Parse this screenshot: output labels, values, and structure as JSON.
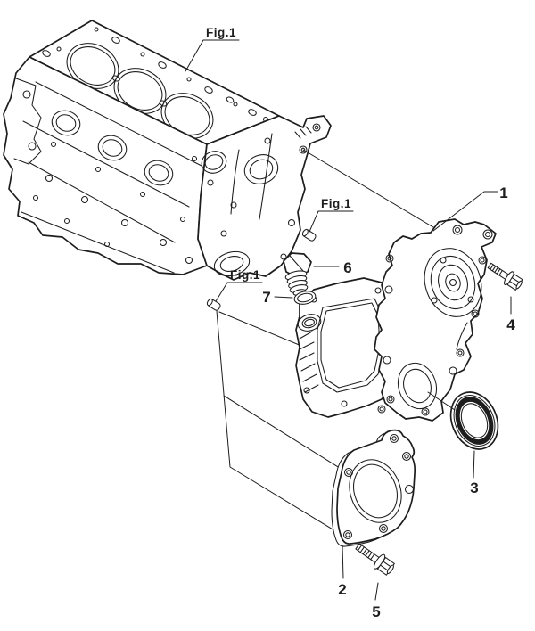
{
  "diagram": {
    "fig_ref_label": "Fig.1",
    "callouts": {
      "c1": "1",
      "c2": "2",
      "c3": "3",
      "c4": "4",
      "c5": "5",
      "c6": "6",
      "c7": "7"
    },
    "colors": {
      "background": "#ffffff",
      "line": "#1d1d1d"
    }
  }
}
